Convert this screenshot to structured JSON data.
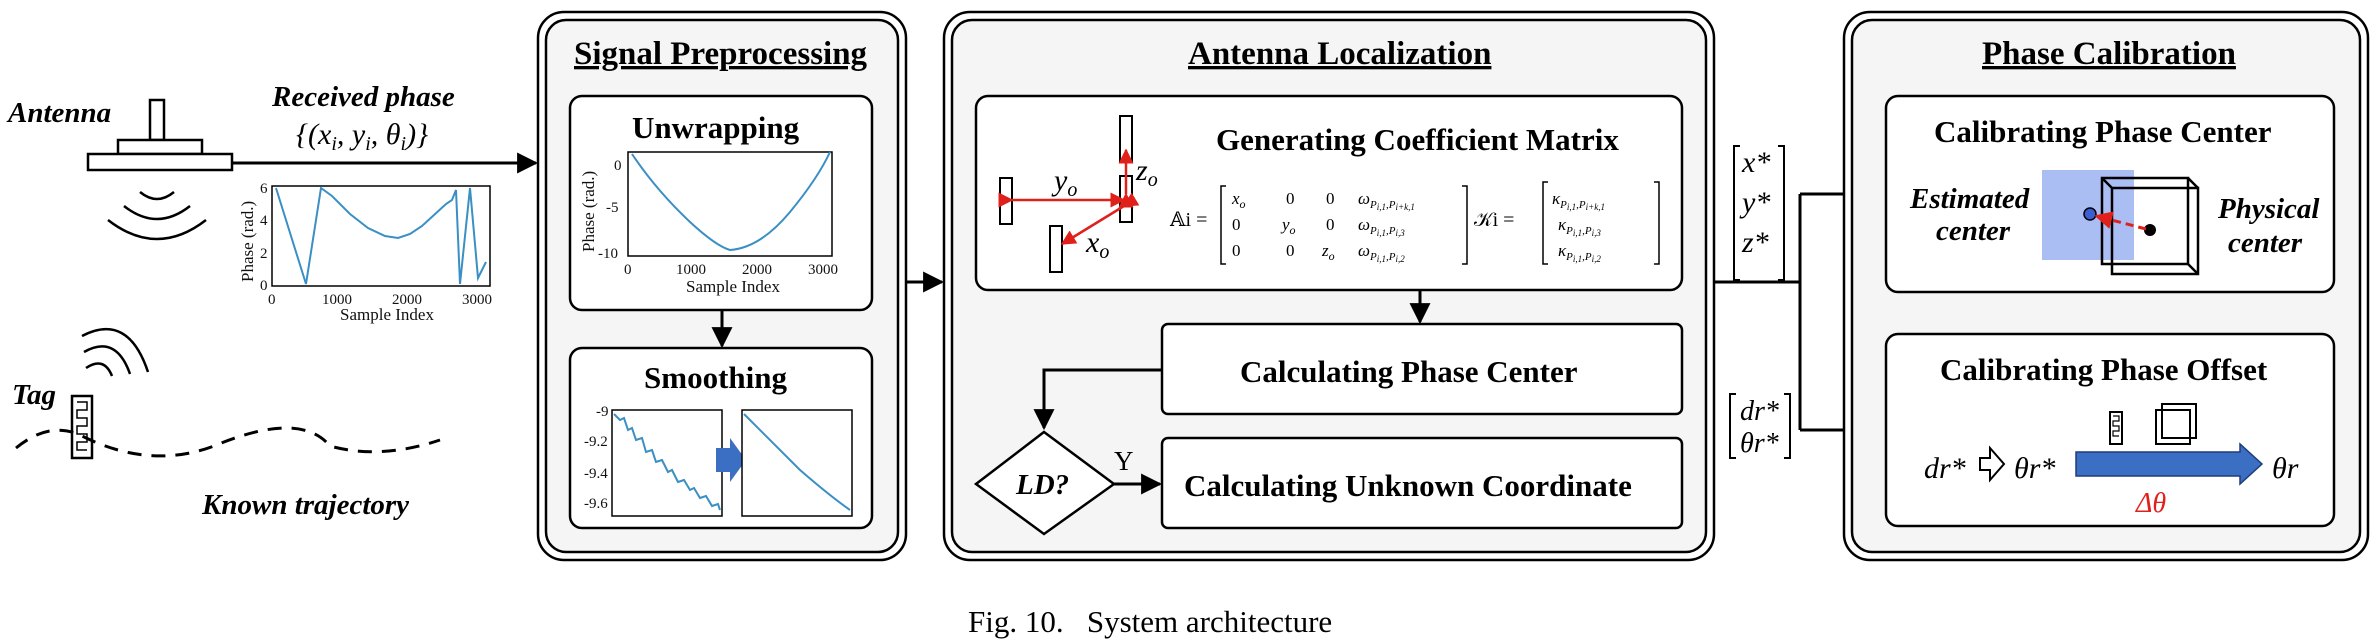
{
  "left": {
    "antenna_label": "Antenna",
    "tag_label": "Tag",
    "received_phase_label": "Received phase",
    "received_phase_formula": "{(xi, yi, θi)}",
    "known_trajectory_label": "Known trajectory",
    "phase_plot": {
      "ylabel": "Phase (rad.)",
      "xlabel": "Sample Index",
      "yticks": [
        "0",
        "2",
        "4",
        "6"
      ],
      "xticks": [
        "0",
        "1000",
        "2000",
        "3000"
      ]
    }
  },
  "signal_preprocessing": {
    "title": "Signal Preprocessing",
    "unwrapping": {
      "title": "Unwrapping",
      "ylabel": "Phase (rad.)",
      "xlabel": "Sample Index",
      "yticks": [
        "0",
        "-5",
        "-10"
      ],
      "xticks": [
        "0",
        "1000",
        "2000",
        "3000"
      ]
    },
    "smoothing": {
      "title": "Smoothing",
      "yticks": [
        "-9",
        "-9.2",
        "-9.4",
        "-9.6"
      ]
    }
  },
  "antenna_localization": {
    "title": "Antenna Localization",
    "matrix_box_title": "Generating Coefficient Matrix",
    "axis_y": "yo",
    "axis_z": "zo",
    "axis_x": "xo",
    "matrix_A_label": "𝔸i =",
    "matrix_K_label": "𝒦i =",
    "phase_center_box": "Calculating Phase Center",
    "unknown_coord_box": "Calculating Unknown Coordinate",
    "decision_label": "LD?",
    "decision_yes": "Y"
  },
  "between": {
    "xyz_vector": [
      "x*",
      "y*",
      "z*"
    ],
    "d_theta_vector": [
      "dr*",
      "θr*"
    ]
  },
  "phase_calibration": {
    "title": "Phase Calibration",
    "center_box_title": "Calibrating Phase Center",
    "estimated_center_label": [
      "Estimated",
      "center"
    ],
    "physical_center_label": [
      "Physical",
      "center"
    ],
    "offset_box_title": "Calibrating Phase Offset",
    "offset_d": "dr*",
    "offset_theta_star": "θr*",
    "offset_delta": "Δθ",
    "offset_theta_r": "θr"
  },
  "caption": "Fig. 10.   System architecture",
  "colors": {
    "curve": "#3a8fc4",
    "arrow_blue": "#3a6fc4",
    "highlight": "#8fa8f0",
    "red": "#e0201b"
  }
}
